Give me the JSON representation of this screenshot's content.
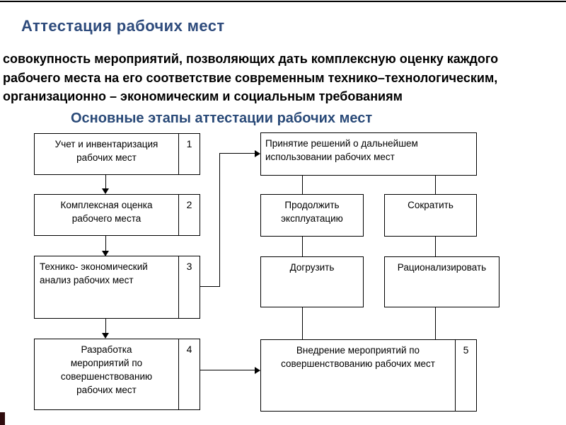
{
  "slide": {
    "title": "Аттестация рабочих мест",
    "description": "совокупность мероприятий, позволяющих дать комплексную оценку каждого\nрабочего места на его соответствие современным технико–технологическим,\nорганизационно – экономическим и социальным требованиям",
    "diagram_title": "Основные этапы аттестации рабочих мест"
  },
  "diagram": {
    "stages": [
      {
        "number": "1",
        "label": "Учет и инвентаризация\nрабочих мест"
      },
      {
        "number": "2",
        "label": "Комплексная оценка\nрабочего места"
      },
      {
        "number": "3",
        "label": "Технико- экономический\nанализ рабочих мест"
      },
      {
        "number": "4",
        "label": "Разработка\nмероприятий по\nсовершенствованию\nрабочих мест"
      },
      {
        "number": "5",
        "label": "Внедрение мероприятий по\nсовершенствованию рабочих мест"
      }
    ],
    "decision_box": {
      "label": "Принятие решений о дальнейшем\nиспользовании рабочих мест"
    },
    "options": [
      {
        "label": "Продолжить\nэксплуатацию"
      },
      {
        "label": "Сократить"
      },
      {
        "label": "Догрузить"
      },
      {
        "label": "Рационализировать"
      }
    ]
  },
  "colors": {
    "heading_blue": "#2e4b7c",
    "subtitle_blue": "#2a4a78",
    "text_black": "#000000",
    "box_border": "#000000",
    "top_line": "#000000",
    "corner_accent": "#2f0c0e"
  }
}
